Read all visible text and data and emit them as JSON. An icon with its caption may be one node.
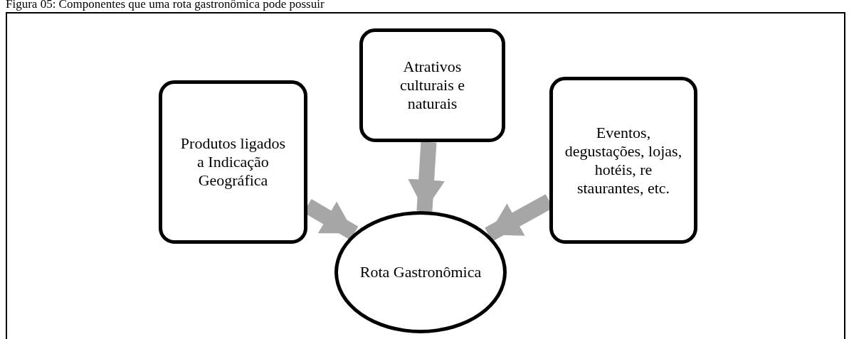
{
  "diagram": {
    "title": "Figura 05: Componentes que uma rota gastronômica pode possuir",
    "nodes": [
      {
        "text": [
          "Produtos ligados a Indicação Geográfica"
        ]
      },
      {
        "text": [
          "Atrativos culturais e naturais"
        ]
      },
      {
        "text": [
          "Eventos, degustações, lojas, hotéis, re staurantes, etc."
        ]
      },
      {
        "text": [
          "Rota Gastronômica"
        ]
      }
    ],
    "edges": [
      {
        "from": 0,
        "to": 3,
        "arrow": "to"
      },
      {
        "from": 1,
        "to": 3,
        "arrow": "to"
      },
      {
        "from": 2,
        "to": 3,
        "arrow": "to"
      }
    ]
  }
}
